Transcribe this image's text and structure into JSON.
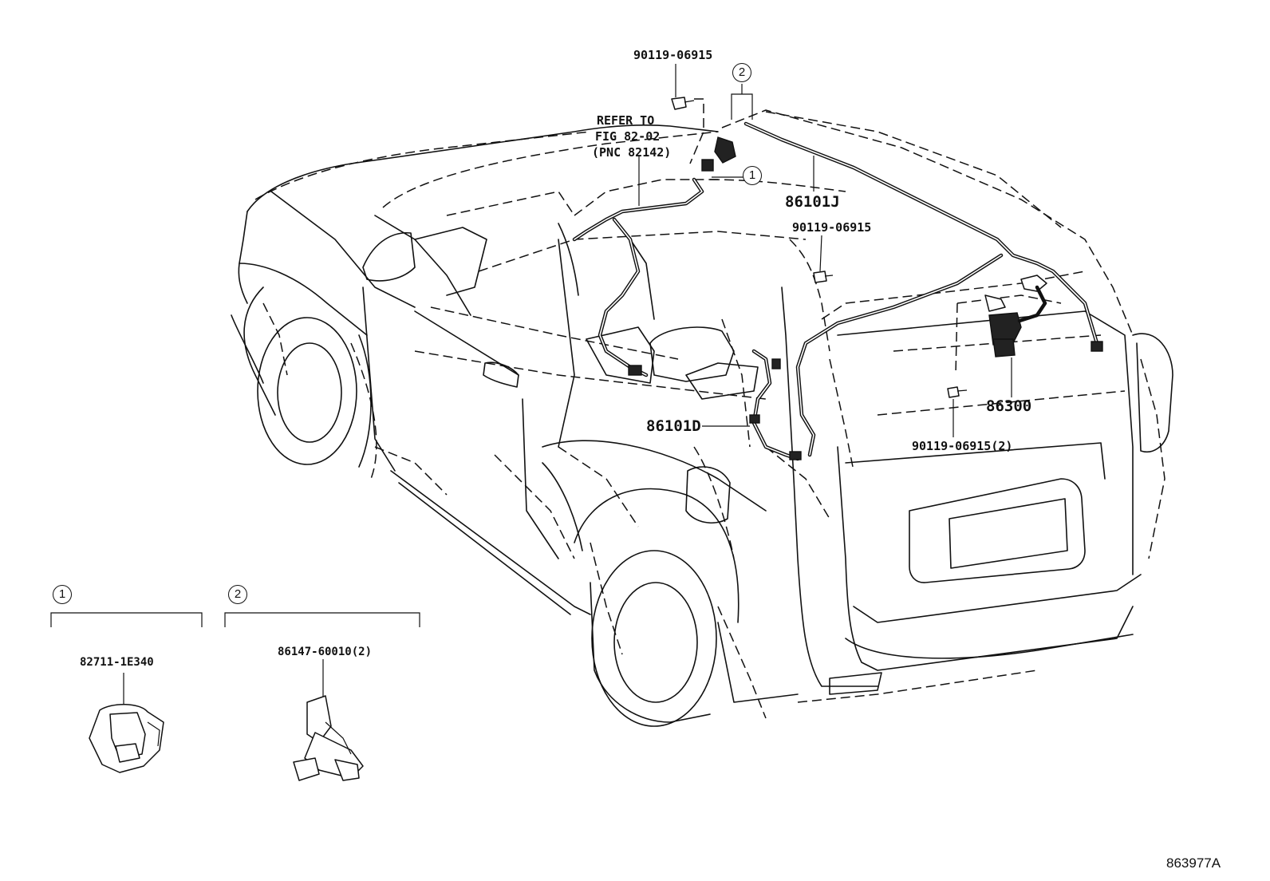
{
  "labels": {
    "bolt_top": "90119-06915",
    "refer_line1": "REFER TO",
    "refer_line2": "FIG 82-02",
    "refer_line3": "(PNC 82142)",
    "harness_roof": "86101J",
    "bolt_middle": "90119-06915",
    "harness_door": "86101D",
    "camera_unit": "86300",
    "bolt_rear": "90119-06915(2)",
    "clamp_part": "82711-1E340",
    "clip_part": "86147-60010(2)",
    "figure_id": "863977A"
  },
  "callouts": {
    "ref1": "1",
    "ref2": "2",
    "inset1": "1",
    "inset2": "2"
  }
}
